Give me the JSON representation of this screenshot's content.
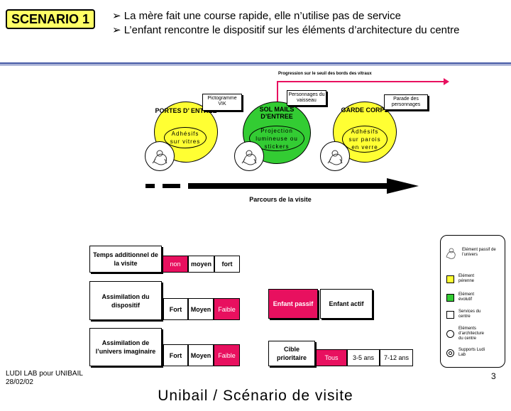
{
  "scenario": {
    "badge": "SCENARIO 1"
  },
  "bullets": [
    "La mère fait une course rapide, elle n’utilise pas de service",
    "L’enfant rencontre le dispositif sur les éléments d’architecture du centre"
  ],
  "bullet_symbol": "➢",
  "progress_label": "Progression sur le seuil des bords des vitraux",
  "circles": [
    {
      "title": "PORTES D’ ENTREE",
      "inner": "Adhésifs sur vitres",
      "color": "#ffff33",
      "note": "Pictogramme VIK"
    },
    {
      "title": "SOL MAILS D’ENTREE",
      "inner": "Projection lumineuse ou stickers",
      "color": "#33cc33",
      "note": "Personnages du vaisseau"
    },
    {
      "title": "GARDE CORPS",
      "inner": "Adhésifs sur parois en verre",
      "color": "#ffff33",
      "note": "Parade des personnages"
    }
  ],
  "parcours_label": "Parcours de la visite",
  "temps": {
    "label": "Temps additionnel de la visite",
    "options": [
      "non",
      "moyen",
      "fort"
    ],
    "selected": "non"
  },
  "assimilation_dispositif": {
    "label": "Assimilation du dispositif",
    "options": [
      "Fort",
      "Moyen",
      "Faible"
    ],
    "selected": "Faible"
  },
  "assimilation_univers": {
    "label": "Assimilation de l’univers imaginaire",
    "options": [
      "Fort",
      "Moyen",
      "Faible"
    ],
    "selected": "Faible"
  },
  "enfant": {
    "passif": "Enfant passif",
    "actif": "Enfant actif",
    "selected": "Enfant passif"
  },
  "cible": {
    "label": "Cible prioritaire",
    "options": [
      "Tous",
      "3-5 ans",
      "7-12 ans"
    ],
    "selected": "Tous"
  },
  "legend": {
    "mascot": "Elément passif de l’univers",
    "yellow": "Elément pérenne",
    "green": "Elément évolutif",
    "square": "Services du centre",
    "circle": "Eléments d’architecture du centre",
    "double_circle": "Supports Ludi Lab"
  },
  "colors": {
    "accent_pink": "#e8105f",
    "yellow": "#ffff33",
    "green": "#33cc33",
    "rule_blue": "#3a4fa0"
  },
  "footer": {
    "company": "LUDI LAB pour UNIBAIL",
    "date": "28/02/02",
    "page": "3",
    "title": "Unibail / Scénario de visite"
  }
}
